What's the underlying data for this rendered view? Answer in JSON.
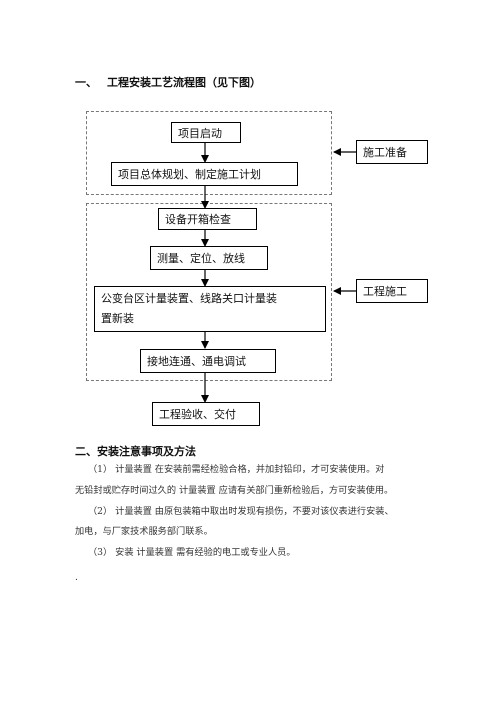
{
  "section1": {
    "num": "一、",
    "title": "工程安装工艺流程图（见下图）"
  },
  "flow": {
    "start": "项目启动",
    "plan": "项目总体规划、制定施工计划",
    "unbox": "设备开箱检查",
    "measure": "测量、定位、放线",
    "install_line1": "公变台区计量装置、线路关口计量装",
    "install_line2": "置新装",
    "ground": "接地连通、通电调试",
    "accept": "工程验收、交付",
    "label_prep": "施工准备",
    "label_build": "工程施工"
  },
  "section2": {
    "title": "二、安装注意事项及方法"
  },
  "notes": {
    "n1_line1": "（1）  计量装置 在安装前需经检验合格，并加封铅印，才可安装使用。对",
    "n1_line2": "无铅封或贮存时间过久的 计量装置 应请有关部门重新检验后，方可安装使用。",
    "n2_line1": "（2）  计量装置  由原包装箱中取出时发现有损伤，不要对该仪表进行安装、",
    "n2_line2": "加电，与厂家技术服务部门联系。",
    "n3_line1": "（3）   安装 计量装置 需有经验的电工或专业人员。",
    "dot": "."
  }
}
